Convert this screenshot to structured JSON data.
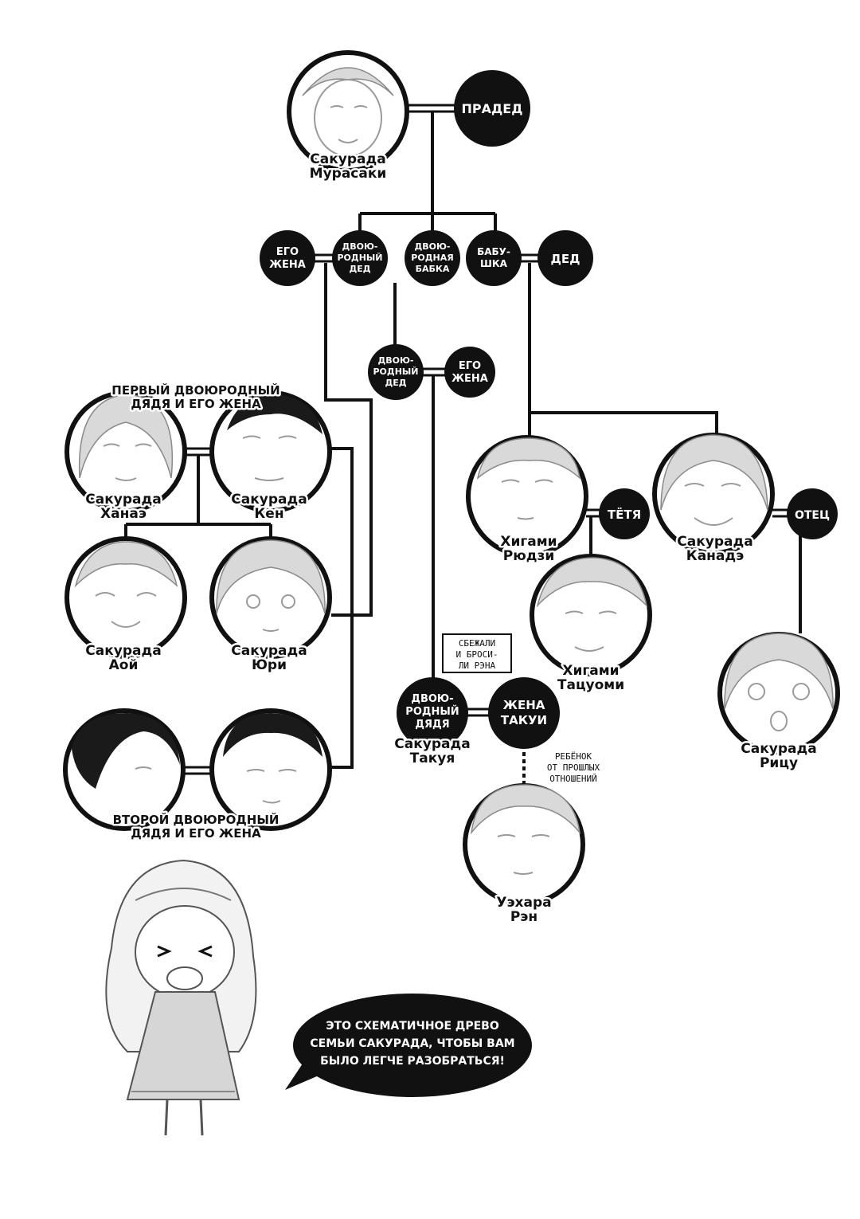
{
  "roles": {
    "pradid": "ПРАДЕД",
    "ego_zhena_top": [
      "ЕГО",
      "ЖЕНА"
    ],
    "dvoyurodny_ded_1": [
      "ДВОЮ-",
      "РОДНЫЙ",
      "ДЕД"
    ],
    "dvoyurodnaya_babka": [
      "ДВОЮ-",
      "РОДНАЯ",
      "БАБКА"
    ],
    "babushka": [
      "БАБУ-",
      "ШКА"
    ],
    "ded": "ДЕД",
    "dvoyurodny_ded_2": [
      "ДВОЮ-",
      "РОДНЫЙ",
      "ДЕД"
    ],
    "ego_zhena_mid": [
      "ЕГО",
      "ЖЕНА"
    ],
    "tetya": "ТЁТЯ",
    "otets": "ОТЕЦ",
    "dvoyurodny_dyadya": [
      "ДВОЮ-",
      "РОДНЫЙ",
      "ДЯДЯ"
    ],
    "zhena_takui": [
      "ЖЕНА",
      "ТАКУИ"
    ]
  },
  "people": {
    "murasaki": [
      "Сакурада",
      "Мурасаки"
    ],
    "hanae": [
      "Сакурада",
      "Ханаэ"
    ],
    "ken": [
      "Сакурада",
      "Кен"
    ],
    "aoi": [
      "Сакурада",
      "Аой"
    ],
    "yuri": [
      "Сакурада",
      "Юри"
    ],
    "ryuji": [
      "Хигами",
      "Рюдзи"
    ],
    "kanade": [
      "Сакурада",
      "Канадэ"
    ],
    "tatsuomi": [
      "Хигами",
      "Тацуоми"
    ],
    "ritsu": [
      "Сакурада",
      "Рицу"
    ],
    "takuya": [
      "Сакурада",
      "Такуя"
    ],
    "ren": [
      "Уэхара",
      "Рэн"
    ]
  },
  "captions": {
    "first_uncle": [
      "ПЕРВЫЙ ДВОЮРОДНЫЙ",
      "ДЯДЯ И ЕГО ЖЕНА"
    ],
    "second_uncle": [
      "ВТОРОЙ ДВОЮРОДНЫЙ",
      "ДЯДЯ И ЕГО ЖЕНА"
    ]
  },
  "notes": {
    "ran_away": [
      "СБЕЖАЛИ",
      "И БРОСИ-",
      "ЛИ РЭНА"
    ],
    "child_prev": [
      "РЕБЁНОК",
      "ОТ ПРОШЛЫХ",
      "ОТНОШЕНИЙ"
    ]
  },
  "speech": [
    "ЭТО СХЕМАТИЧНОЕ ДРЕВО",
    "СЕМЬИ САКУРАДА, ЧТОБЫ ВАМ",
    "БЫЛО ЛЕГЧЕ РАЗОБРАТЬСЯ!"
  ]
}
